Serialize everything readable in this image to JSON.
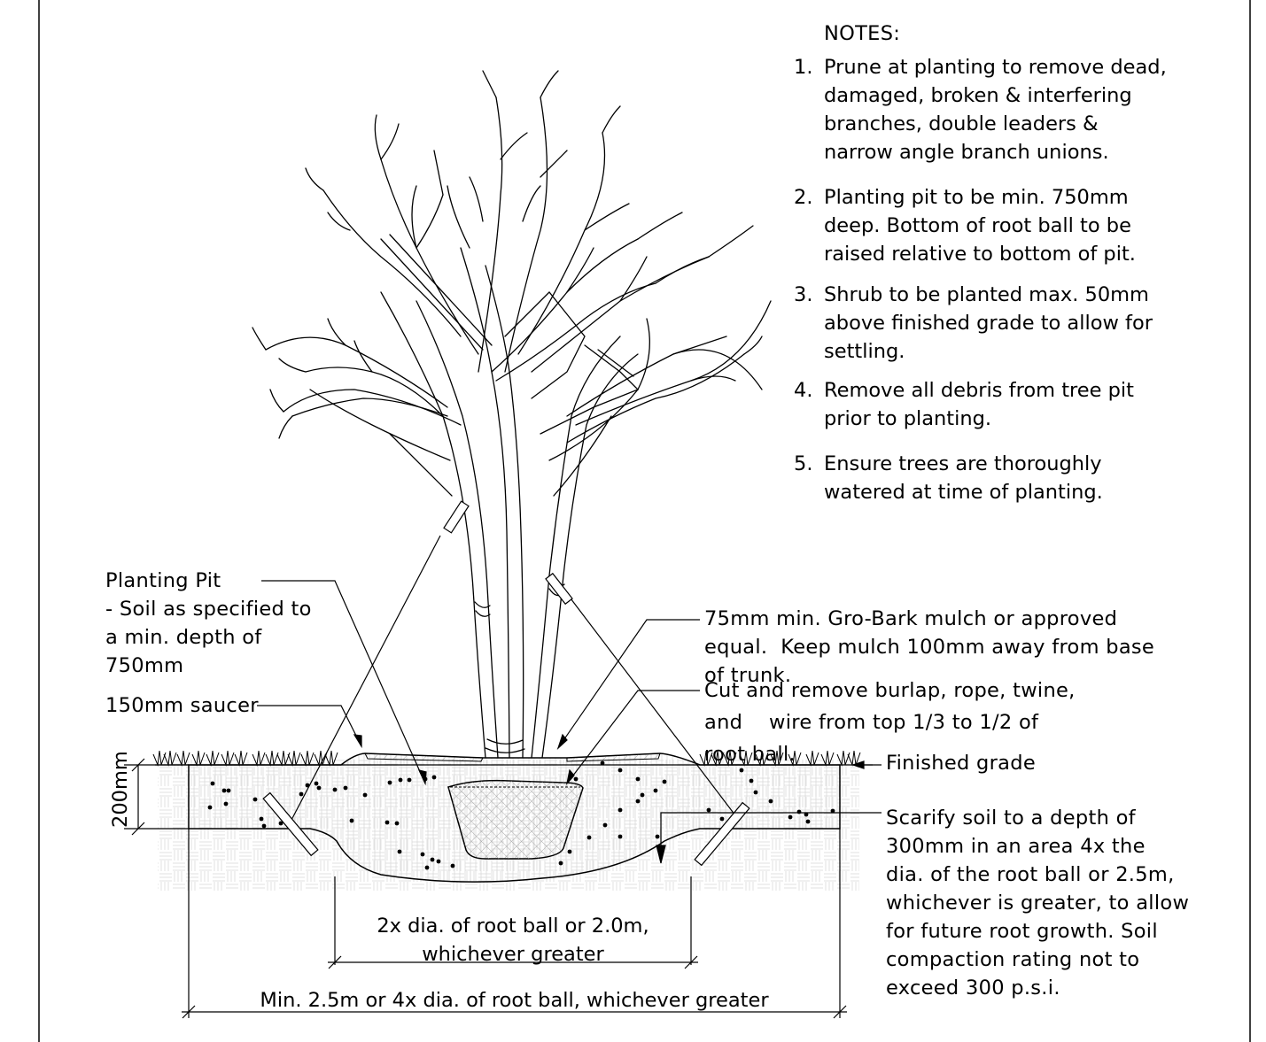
{
  "notes": {
    "heading": "NOTES:",
    "items": [
      {
        "num": "1.",
        "lines": [
          "Prune at planting to remove dead,",
          "damaged, broken & interfering",
          "branches, double leaders &",
          "narrow angle branch unions."
        ]
      },
      {
        "num": "2.",
        "lines": [
          "Planting pit to be min. 750mm",
          "deep. Bottom of root ball to be",
          "raised relative to bottom of pit."
        ]
      },
      {
        "num": "3.",
        "lines": [
          "Shrub to be planted max. 50mm",
          "above finished grade to allow for",
          "settling."
        ]
      },
      {
        "num": "4.",
        "lines": [
          "Remove all debris from tree pit",
          "prior to planting."
        ]
      },
      {
        "num": "5.",
        "lines": [
          "Ensure trees are thoroughly",
          "watered at time of planting."
        ]
      }
    ]
  },
  "callouts": {
    "planting_pit": [
      "Planting Pit",
      "- Soil as specified to",
      "a min. depth of",
      "750mm"
    ],
    "saucer": "150mm saucer",
    "mulch": [
      "75mm min. Gro-Bark mulch or approved",
      "equal.  Keep mulch 100mm away from base",
      "of trunk."
    ],
    "burlap": [
      "Cut and remove burlap, rope, twine,",
      "and    wire from top 1/3 to 1/2 of",
      "root ball."
    ],
    "finished_grade": "Finished grade",
    "scarify": [
      "Scarify soil to a depth of",
      "300mm in an area 4x the",
      "dia. of the root ball or 2.5m,",
      "whichever is greater, to allow",
      "for future root growth. Soil",
      "compaction rating not to",
      "exceed 300 p.s.i."
    ]
  },
  "dimensions": {
    "depth": "200mm",
    "pit_width": [
      "2x dia. of root ball or 2.0m,",
      "whichever greater"
    ],
    "scarify_width": "Min. 2.5m or 4x dia. of root ball, whichever greater"
  }
}
